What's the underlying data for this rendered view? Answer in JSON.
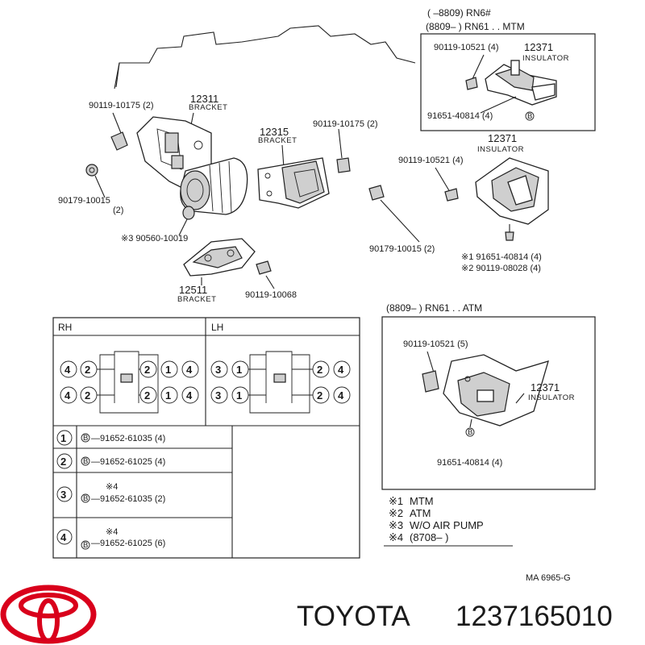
{
  "top_right_box": {
    "range1": "(      –8809) RN6#",
    "range2": "(8809–        ) RN61 . . MTM",
    "bolt": "90119-10521 (4)",
    "part": "12371",
    "part_name": "INSULATOR",
    "nut": "91651-40814 (4)"
  },
  "parts": {
    "bolt_left": "90119-10175 (2)",
    "bracket_a": "12311",
    "bracket_a_name": "BRACKET",
    "washer_left": "90179-10015",
    "washer_left_qty": "(2)",
    "bushing": "※3 90560-10019",
    "bracket_b": "12315",
    "bracket_b_name": "BRACKET",
    "bolt_mid": "90119-10175 (2)",
    "washer_mid": "90179-10015 (2)",
    "bracket_c": "12511",
    "bracket_c_name": "BRACKET",
    "bolt_c": "90119-10068",
    "insulator_part": "12371",
    "insulator_name": "INSULATOR",
    "insulator_bolt": "90119-10521 (4)",
    "note_nut1": "※1 91651-40814 (4)",
    "note_nut2": "※2 90119-08028 (4)"
  },
  "atm_box": {
    "range": "(8809–        ) RN61 . . ATM",
    "bolt": "90119-10521 (5)",
    "part": "12371",
    "part_name": "INSULATOR",
    "nut": "91651-40814 (4)"
  },
  "table": {
    "rh": "RH",
    "lh": "LH",
    "rh_top": [
      "4",
      "2",
      "2",
      "1",
      "4"
    ],
    "rh_bottom": [
      "4",
      "2",
      "2",
      "1",
      "4"
    ],
    "lh_top": [
      "3",
      "1",
      "2",
      "4"
    ],
    "lh_bottom": [
      "3",
      "1",
      "2",
      "4"
    ],
    "rows": [
      {
        "num": "1",
        "star": "",
        "text": "—91652-61035 (4)"
      },
      {
        "num": "2",
        "star": "",
        "text": "—91652-61025 (4)"
      },
      {
        "num": "3",
        "star": "※4",
        "text": "—91652-61035 (2)"
      },
      {
        "num": "4",
        "star": "※4",
        "text": "—91652-61025 (6)"
      }
    ],
    "b_marker": "B"
  },
  "legend": [
    {
      "key": "※1",
      "text": "MTM"
    },
    {
      "key": "※2",
      "text": "ATM"
    },
    {
      "key": "※3",
      "text": "W/O AIR  PUMP"
    },
    {
      "key": "※4",
      "text": "(8708–        )"
    }
  ],
  "figure_code": "MA  6965-G",
  "brand": {
    "name": "TOYOTA",
    "part_number": "1237165010",
    "logo_color": "#d9001b"
  }
}
